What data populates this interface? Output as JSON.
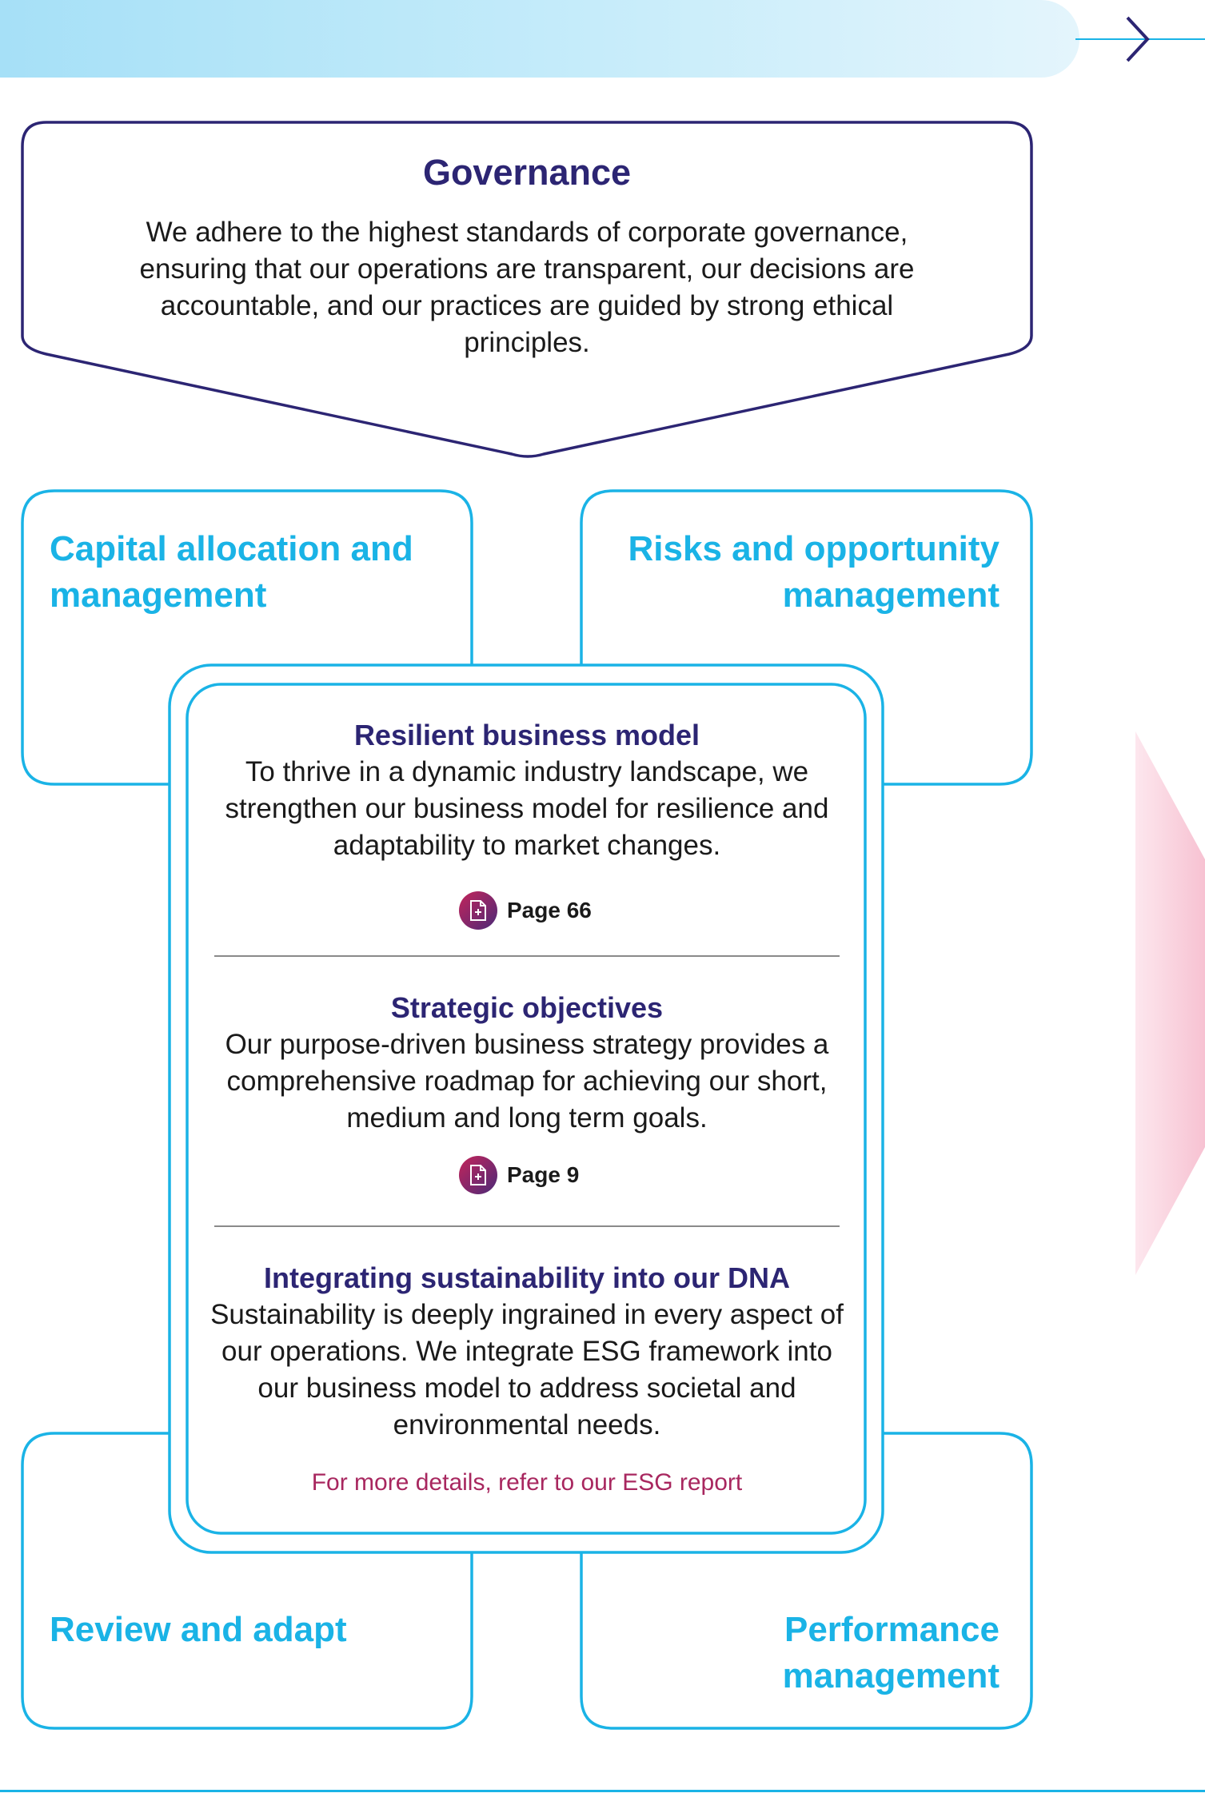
{
  "governance": {
    "title": "Governance",
    "text": "We adhere to the highest standards of corporate governance, ensuring that our operations are transparent, our decisions are accountable, and our practices are guided by strong ethical principles."
  },
  "corners": {
    "top_left": "Capital allocation and management",
    "top_right": "Risks and opportunity management",
    "bottom_left": "Review and adapt",
    "bottom_right": "Performance management"
  },
  "sections": [
    {
      "title": "Resilient business model",
      "text": "To thrive in a dynamic industry landscape, we strengthen our business model for resilience and adaptability to market changes.",
      "page_ref": "Page 66"
    },
    {
      "title": "Strategic objectives",
      "text": "Our purpose-driven business strategy provides a comprehensive roadmap for achieving our short, medium and long term goals.",
      "page_ref": "Page 9"
    },
    {
      "title": "Integrating sustainability into our DNA",
      "text": "Sustainability is deeply ingrained in every aspect of our operations. We integrate ESG framework into our business model to address societal and environmental needs.",
      "link": "For more details, refer to our ESG report"
    }
  ],
  "icons": {
    "nav": "chevron-right-icon",
    "page_ref": "document-icon"
  },
  "colors": {
    "navy": "#2c2573",
    "cyan": "#1ab3e6",
    "magenta": "#a8275f"
  }
}
